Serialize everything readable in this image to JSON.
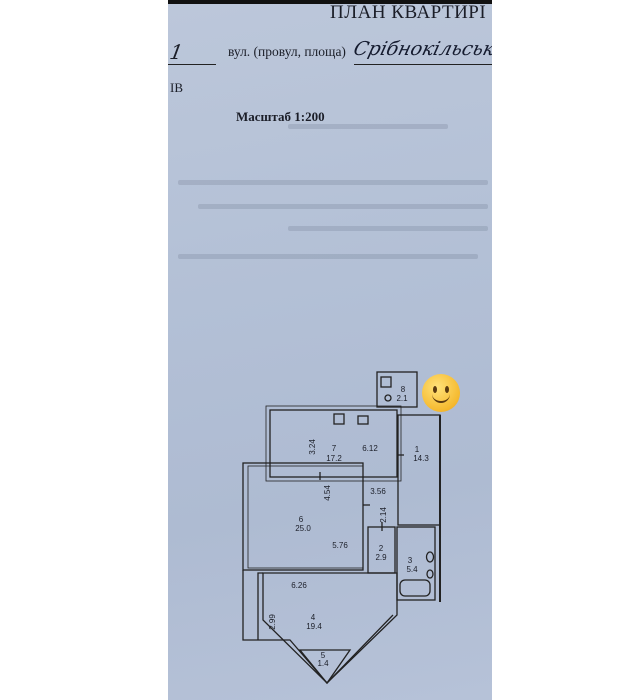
{
  "document": {
    "title": "ПЛАН КВАРТИРІ",
    "building_number": "1",
    "street_label": "вул. (провул, площа)",
    "street_value": "Срібнокільськ",
    "city_fragment": "ІВ",
    "scale": "Масштаб 1:200"
  },
  "floor_plan": {
    "rooms": [
      {
        "number": "1",
        "area": "14.3"
      },
      {
        "number": "2",
        "area": "2.9"
      },
      {
        "number": "3",
        "area": "5.4"
      },
      {
        "number": "4",
        "area": "19.4"
      },
      {
        "number": "5",
        "area": "1.4"
      },
      {
        "number": "6",
        "area": "25.0"
      },
      {
        "number": "7",
        "area": "17.2"
      },
      {
        "number": "8",
        "area": "2.1"
      }
    ],
    "dimensions": [
      "3.24",
      "6.12",
      "4.54",
      "3.56",
      "2.14",
      "5.76",
      "6.26",
      "2.99"
    ]
  },
  "overlay": {
    "icon": "smiley-emoji-icon",
    "color": "#f5b92e"
  },
  "colors": {
    "paper": "#b3c0d6",
    "ink": "#1b1e28"
  }
}
